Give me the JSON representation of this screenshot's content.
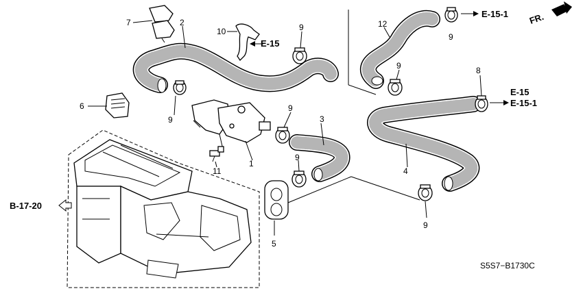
{
  "diagram": {
    "drawing_code": "S5S7−B1730C",
    "direction_label": "FR.",
    "callouts": {
      "c1": "1",
      "c2": "2",
      "c3": "3",
      "c4": "4",
      "c5": "5",
      "c6": "6",
      "c7": "7",
      "c8": "8",
      "c9a": "9",
      "c9b": "9",
      "c9c": "9",
      "c9d": "9",
      "c9e": "9",
      "c9f": "9",
      "c9g": "9",
      "c10": "10",
      "c11": "11",
      "c12": "12"
    },
    "references": {
      "e15_clip": "E-15",
      "e151_top": "E-15-1",
      "e15_right": "E-15",
      "e151_right": "E-15-1",
      "b1720": "B-17-20"
    }
  }
}
